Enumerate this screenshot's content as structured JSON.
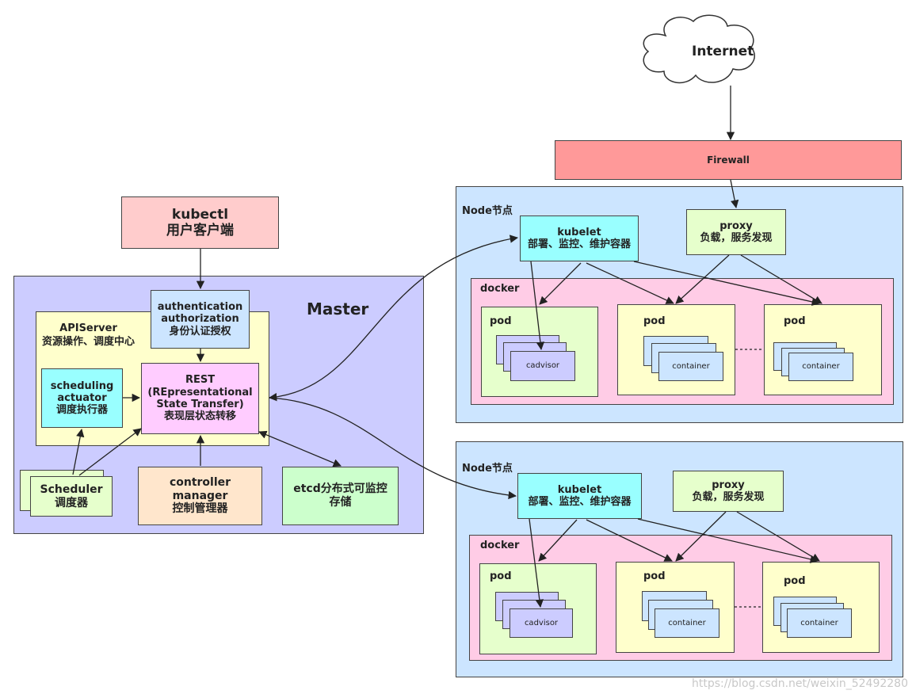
{
  "internet": {
    "label": "Internet"
  },
  "firewall": {
    "label": "Firewall"
  },
  "kubectl": {
    "line1": "kubectl",
    "line2": "用户客户端"
  },
  "master": {
    "title": "Master",
    "apiserver": {
      "line1": "APIServer",
      "line2": "资源操作、调度中心"
    },
    "auth": {
      "line1": "authentication",
      "line2": "authorization",
      "line3": "身份认证授权"
    },
    "rest": {
      "line1": "REST",
      "line2": "(REpresentational",
      "line3": "State Transfer)",
      "line4": "表现层状态转移"
    },
    "scheduling": {
      "line1": "scheduling",
      "line2": "actuator",
      "line3": "调度执行器"
    },
    "scheduler": {
      "line1": "Scheduler",
      "line2": "调度器"
    },
    "controller": {
      "line1": "controller",
      "line2": "manager",
      "line3": "控制管理器"
    },
    "etcd": {
      "line1": "etcd分布式可监控",
      "line2": "存储"
    }
  },
  "nodes": [
    {
      "title": "Node节点",
      "kubelet": {
        "line1": "kubelet",
        "line2": "部署、监控、维护容器"
      },
      "proxy": {
        "line1": "proxy",
        "line2": "负载，服务发现"
      },
      "docker": "docker",
      "pods": [
        "pod",
        "pod",
        "pod"
      ],
      "inner": [
        "cadvisor",
        "container",
        "container"
      ]
    },
    {
      "title": "Node节点",
      "kubelet": {
        "line1": "kubelet",
        "line2": "部署、监控、维护容器"
      },
      "proxy": {
        "line1": "proxy",
        "line2": "负载，服务发现"
      },
      "docker": "docker",
      "pods": [
        "pod",
        "pod",
        "pod"
      ],
      "inner": [
        "cadvisor",
        "container",
        "container"
      ]
    }
  ],
  "watermark": "https://blog.csdn.net/weixin_52492280",
  "colors": {
    "master_bg": "#ccccff",
    "apiserver_bg": "#ffffcc",
    "auth_bg": "#cce5ff",
    "rest_bg": "#ffccff",
    "scheduling_bg": "#99ffff",
    "scheduler_bg": "#e6ffcc",
    "controller_bg": "#ffe6cc",
    "etcd_bg": "#ccffcc",
    "kubectl_bg": "#ffcccc",
    "firewall_bg": "#ff9999",
    "node_bg": "#cce5ff",
    "docker_bg": "#ffcce6",
    "kubelet_bg": "#99ffff",
    "proxy_bg": "#e6ffcc",
    "pod_green_bg": "#e6ffcc",
    "pod_yellow_bg": "#ffffcc",
    "cadvisor_bg": "#ccccff",
    "container_bg": "#cce5ff"
  }
}
